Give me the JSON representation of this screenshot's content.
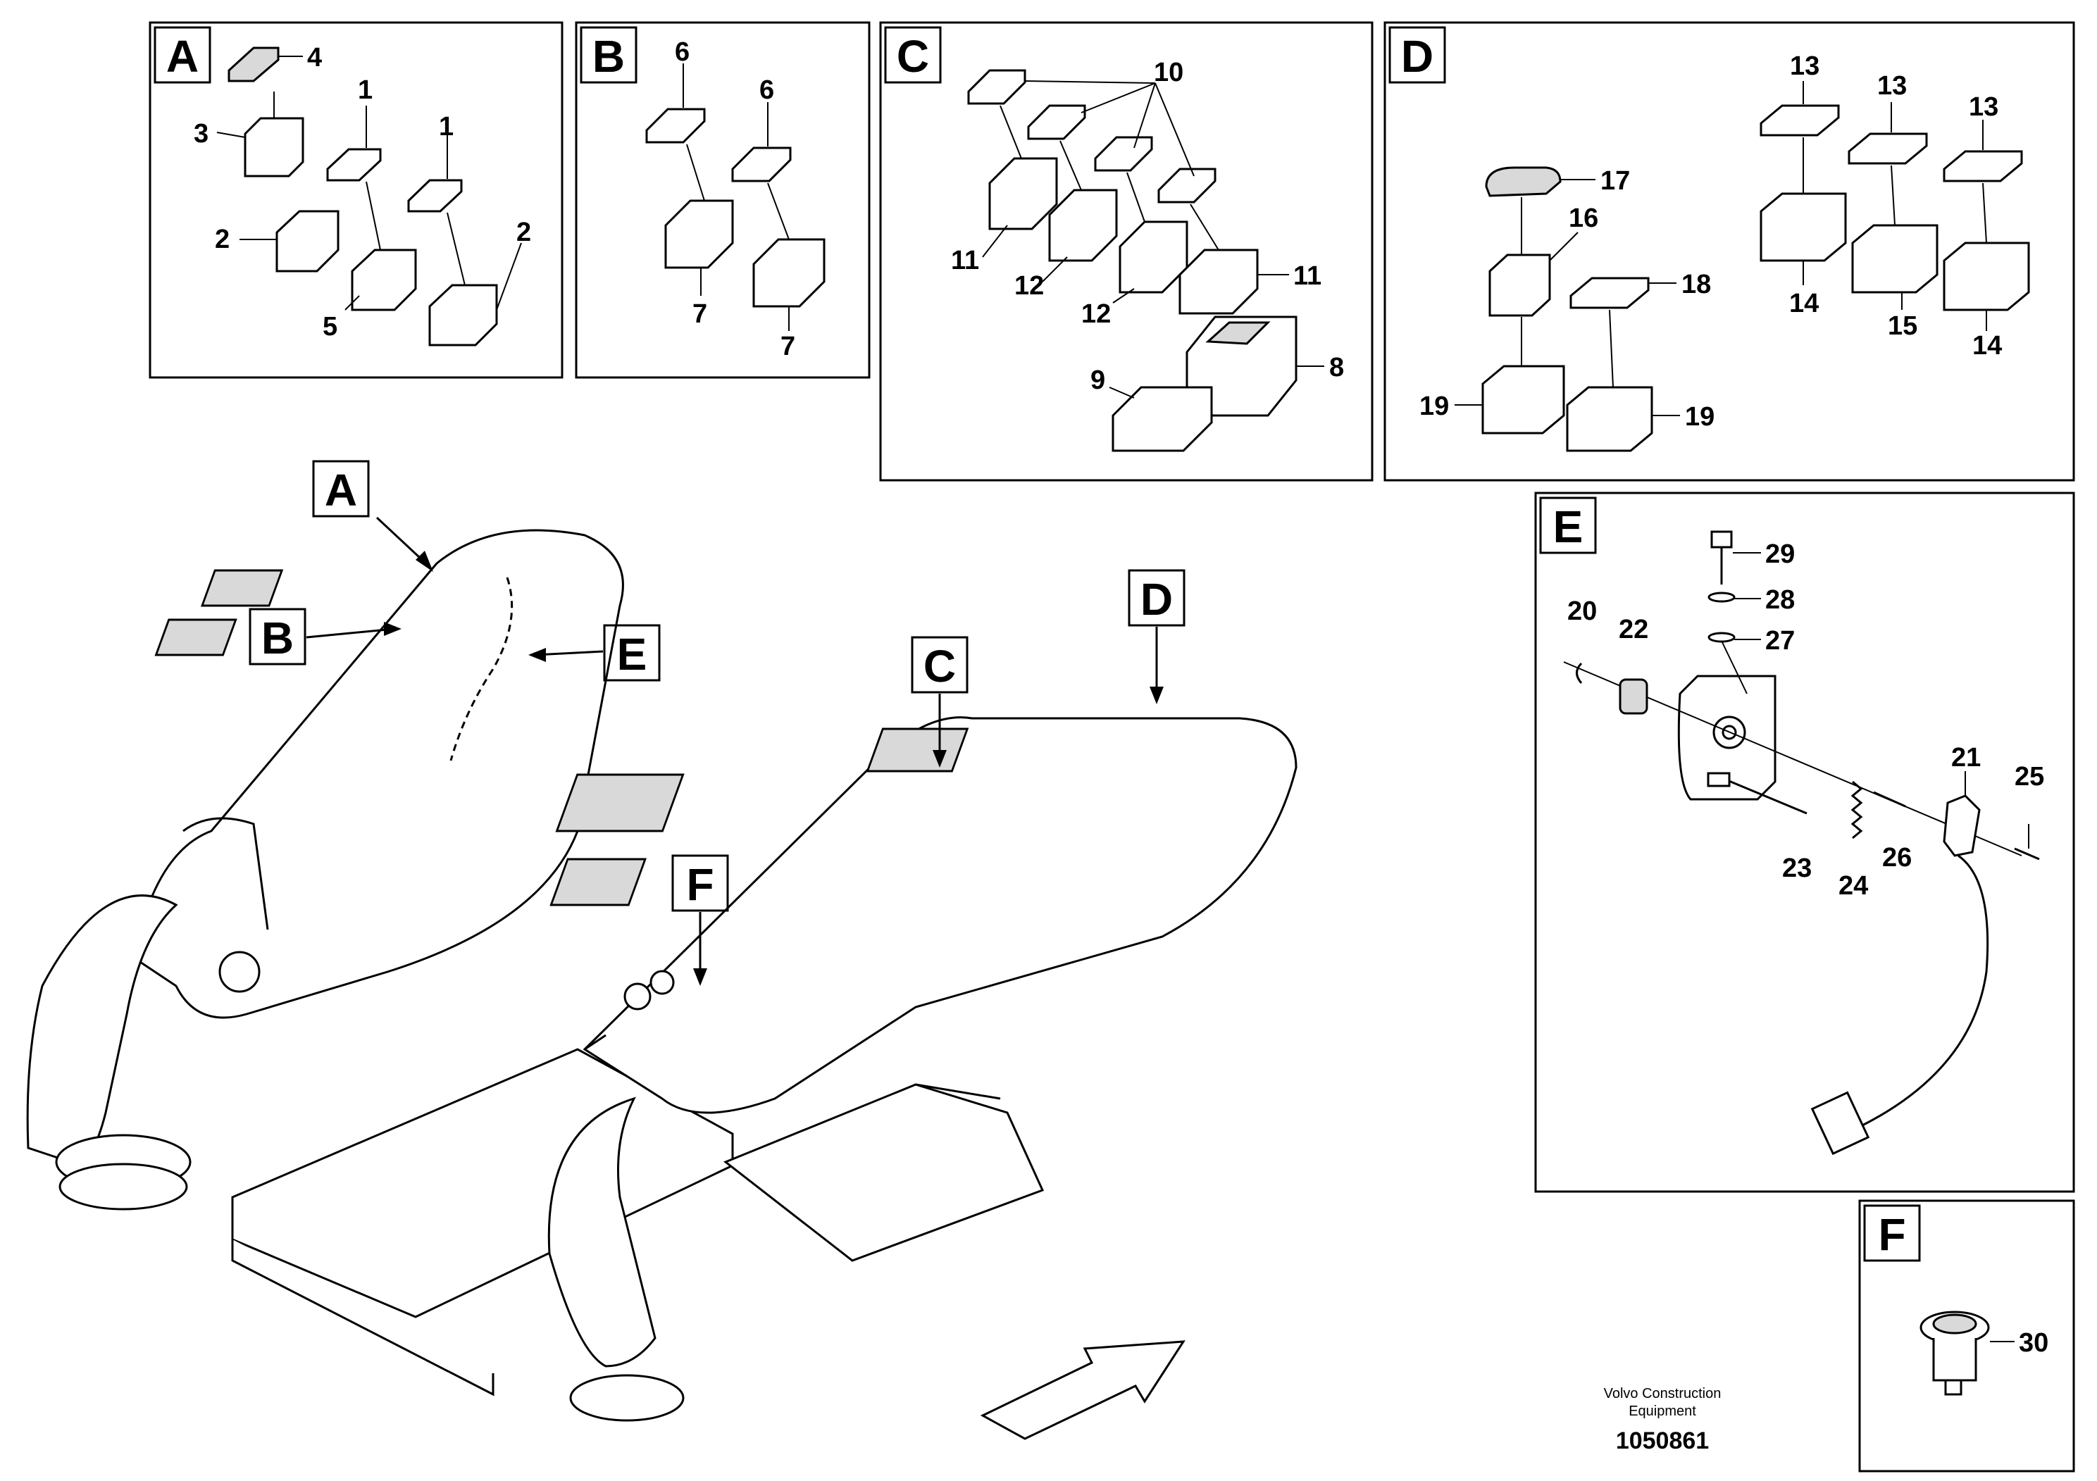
{
  "detail_letters": {
    "A": "A",
    "B": "B",
    "C": "C",
    "D": "D",
    "E": "E",
    "F": "F"
  },
  "callouts": {
    "n1": "1",
    "n2": "2",
    "n3": "3",
    "n4": "4",
    "n5": "5",
    "n6": "6",
    "n7": "7",
    "n8": "8",
    "n9": "9",
    "n10": "10",
    "n11": "11",
    "n12": "12",
    "n13": "13",
    "n14": "14",
    "n15": "15",
    "n16": "16",
    "n17": "17",
    "n18": "18",
    "n19": "19",
    "n20": "20",
    "n21": "21",
    "n22": "22",
    "n23": "23",
    "n24": "24",
    "n25": "25",
    "n26": "26",
    "n27": "27",
    "n28": "28",
    "n29": "29",
    "n30": "30"
  },
  "footer": {
    "company_line1": "Volvo Construction",
    "company_line2": "Equipment",
    "drawing_number": "1050861"
  }
}
